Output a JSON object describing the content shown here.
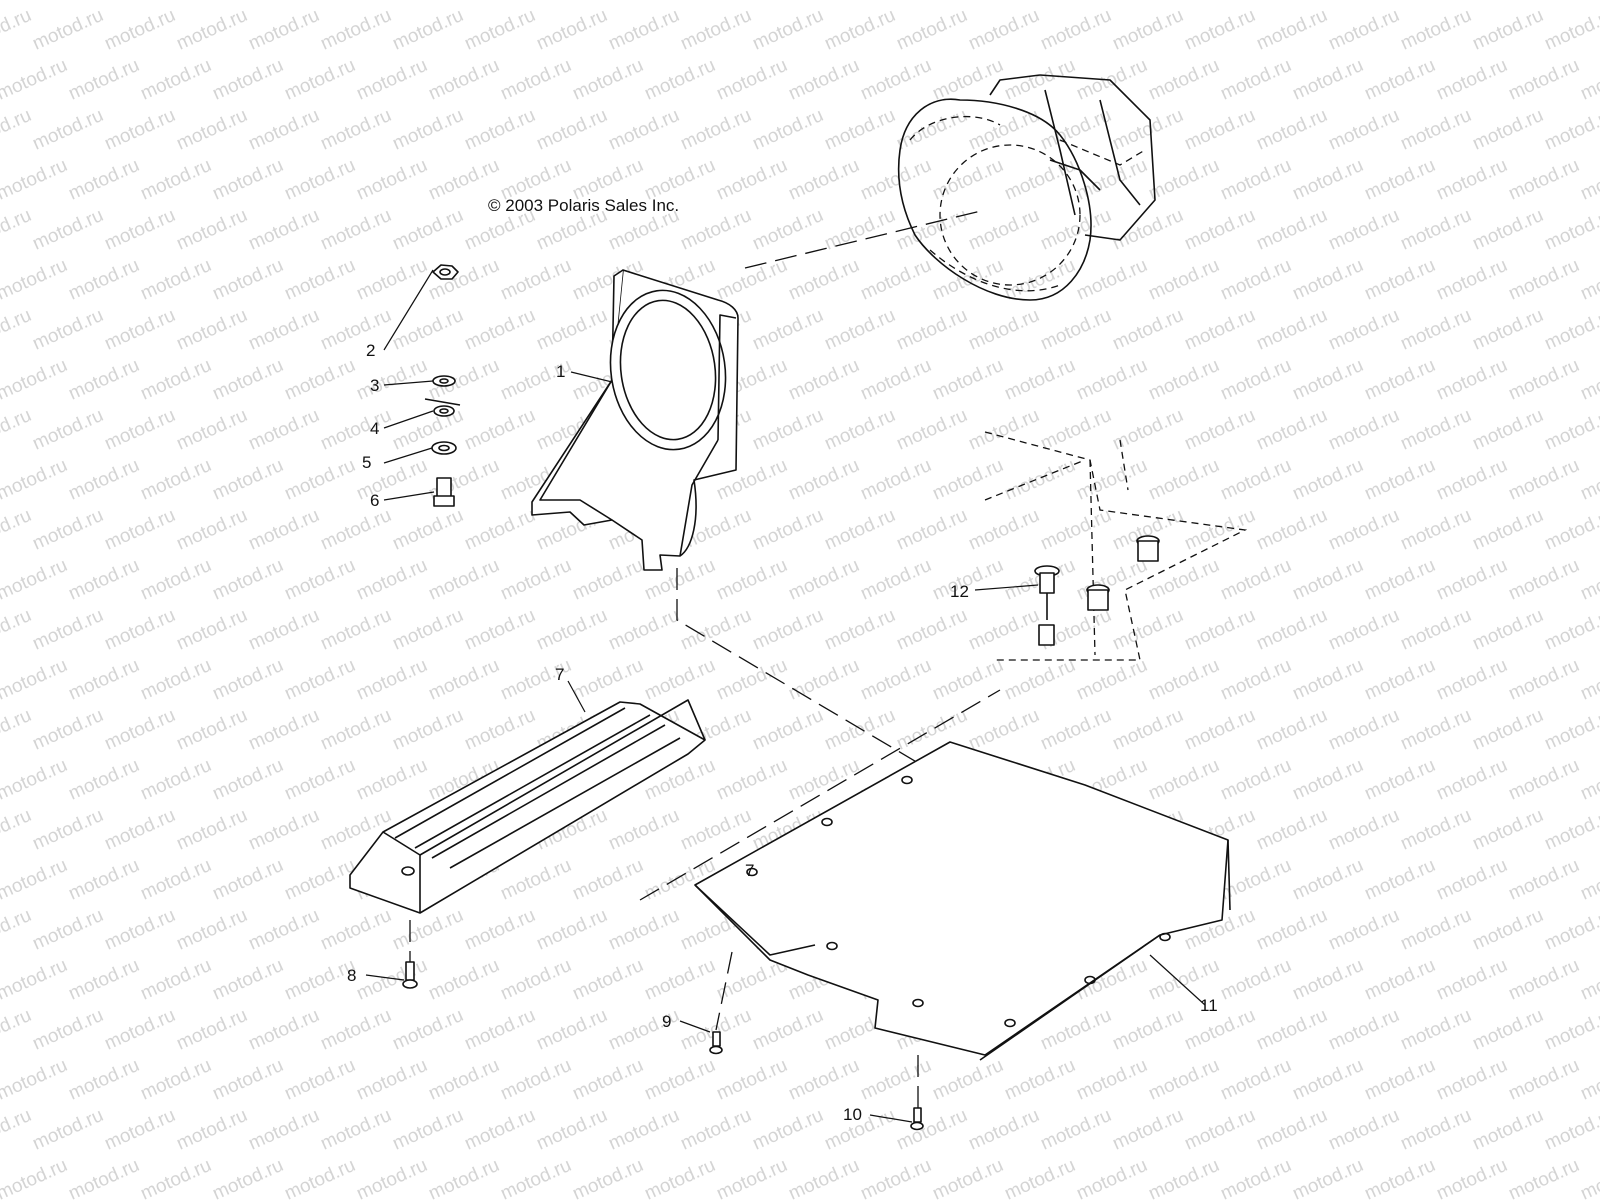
{
  "copyright": "© 2003 Polaris Sales Inc.",
  "watermark": "motod.ru",
  "callouts": {
    "c1": "1",
    "c2": "2",
    "c3": "3",
    "c4": "4",
    "c5": "5",
    "c6": "6",
    "c7": "7",
    "c7b": "7",
    "c8": "8",
    "c9": "9",
    "c10": "10",
    "c11": "11",
    "c12": "12"
  }
}
